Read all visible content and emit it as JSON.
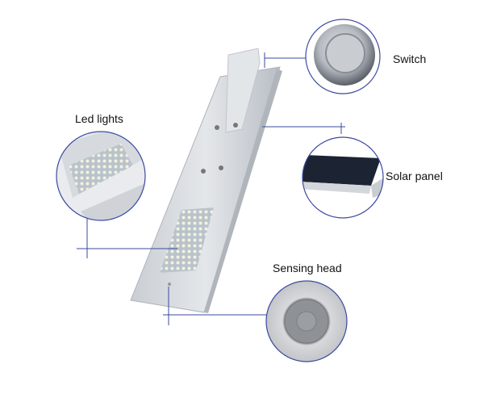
{
  "labels": {
    "switch": "Switch",
    "solar_panel": "Solar panel",
    "led_lights": "Led lights",
    "sensing_head": "Sensing head"
  },
  "colors": {
    "leader_line": "#3b4a9e",
    "lamp_body": "#d9dde2",
    "solar_cell": "#1c2333"
  }
}
